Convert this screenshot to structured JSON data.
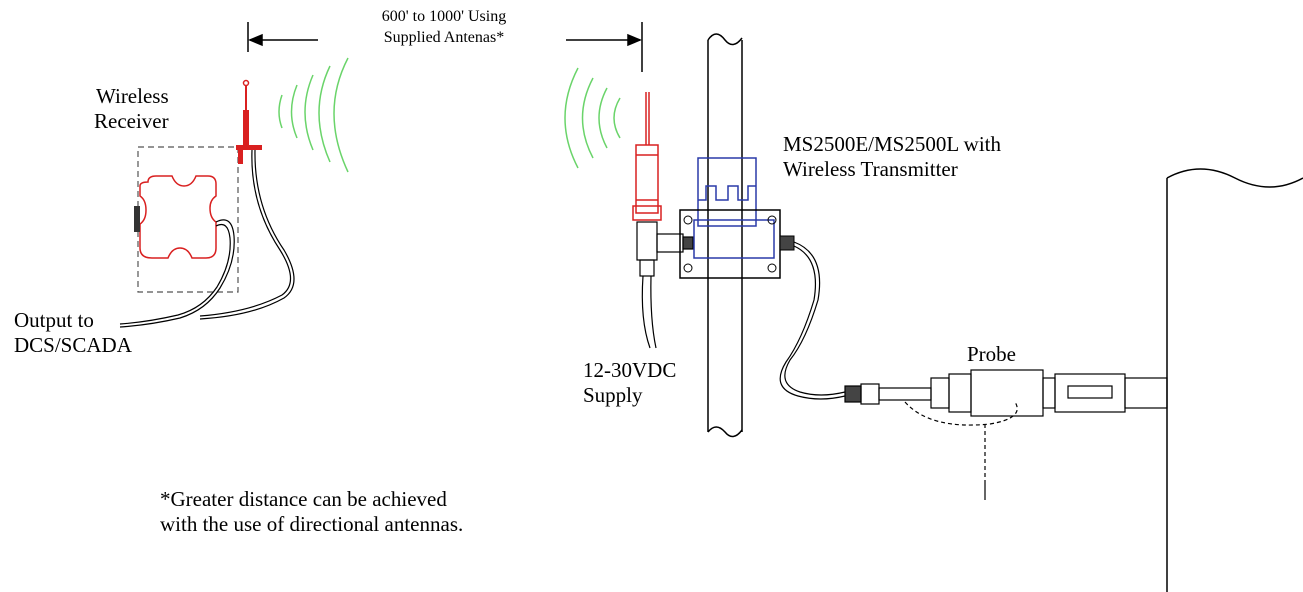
{
  "labels": {
    "range_line1": "600' to 1000' Using",
    "range_line2": "Supplied Antenas*",
    "receiver_line1": "Wireless",
    "receiver_line2": "Receiver",
    "output_line1": "Output to",
    "output_line2": "DCS/SCADA",
    "transmitter_line1": "MS2500E/MS2500L with",
    "transmitter_line2": "Wireless Transmitter",
    "supply_line1": "12-30VDC",
    "supply_line2": "Supply",
    "probe": "Probe",
    "footnote_line1": "*Greater distance can be achieved",
    "footnote_line2": "with the use of directional antennas."
  },
  "colors": {
    "line": "#000000",
    "receiver": "#d92020",
    "antenna": "#d92020",
    "signal_waves": "#6ad46a",
    "transmitter_housing": "#2a3aa8"
  }
}
